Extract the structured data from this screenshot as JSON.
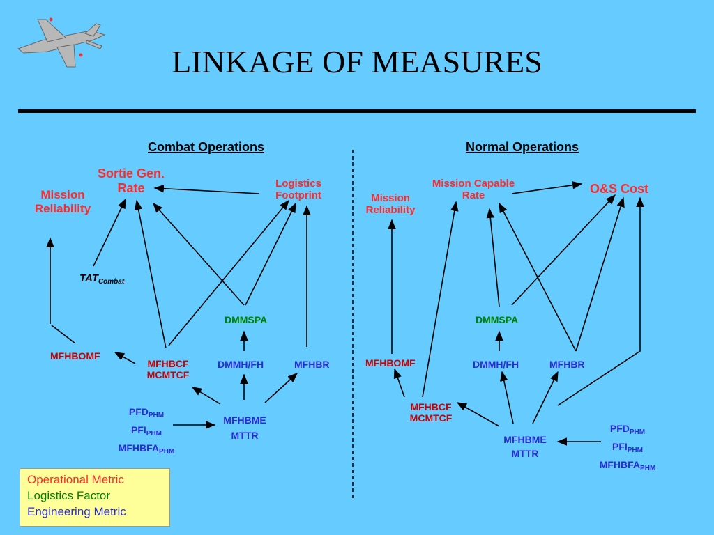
{
  "title": "LINKAGE OF MEASURES",
  "sections": {
    "combat": "Combat Operations",
    "normal": "Normal Operations"
  },
  "combat": {
    "sortie_gen_1": "Sortie Gen.",
    "sortie_gen_2": "Rate",
    "mission_rel_1": "Mission",
    "mission_rel_2": "Reliability",
    "logistics_1": "Logistics",
    "logistics_2": "Footprint",
    "tat_main": "TAT",
    "tat_sub": "Combat",
    "dmmspa": "DMMSPA",
    "mfhbomf": "MFHBOMF",
    "mfhbcf": "MFHBCF",
    "mcmtcf": "MCMTCF",
    "dmmh_fh": "DMMH/FH",
    "mfhbr": "MFHBR",
    "mfhbme": "MFHBME",
    "mttr": "MTTR",
    "pfd": "PFD",
    "pfi": "PFI",
    "mfhbfa": "MFHBFA",
    "phm": "PHM"
  },
  "normal": {
    "mission_rel_1": "Mission",
    "mission_rel_2": "Reliability",
    "mission_capable_1": "Mission Capable",
    "mission_capable_2": "Rate",
    "os_cost": "O&S Cost",
    "dmmspa": "DMMSPA",
    "mfhbomf": "MFHBOMF",
    "dmmh_fh": "DMMH/FH",
    "mfhbr": "MFHBR",
    "mfhbcf": "MFHBCF",
    "mcmtcf": "MCMTCF",
    "mfhbme": "MFHBME",
    "mttr": "MTTR",
    "pfd": "PFD",
    "pfi": "PFI",
    "mfhbfa": "MFHBFA",
    "phm": "PHM"
  },
  "legend": {
    "operational": "Operational Metric",
    "logistics": "Logistics Factor",
    "engineering": "Engineering Metric"
  },
  "colors": {
    "background": "#66ccff",
    "operational": "#ff2a2a",
    "logistics": "#008000",
    "engineering": "#2b2bd6",
    "legend_bg": "#ffff99"
  },
  "icons": {
    "logo": "fighter-jet-icon"
  }
}
